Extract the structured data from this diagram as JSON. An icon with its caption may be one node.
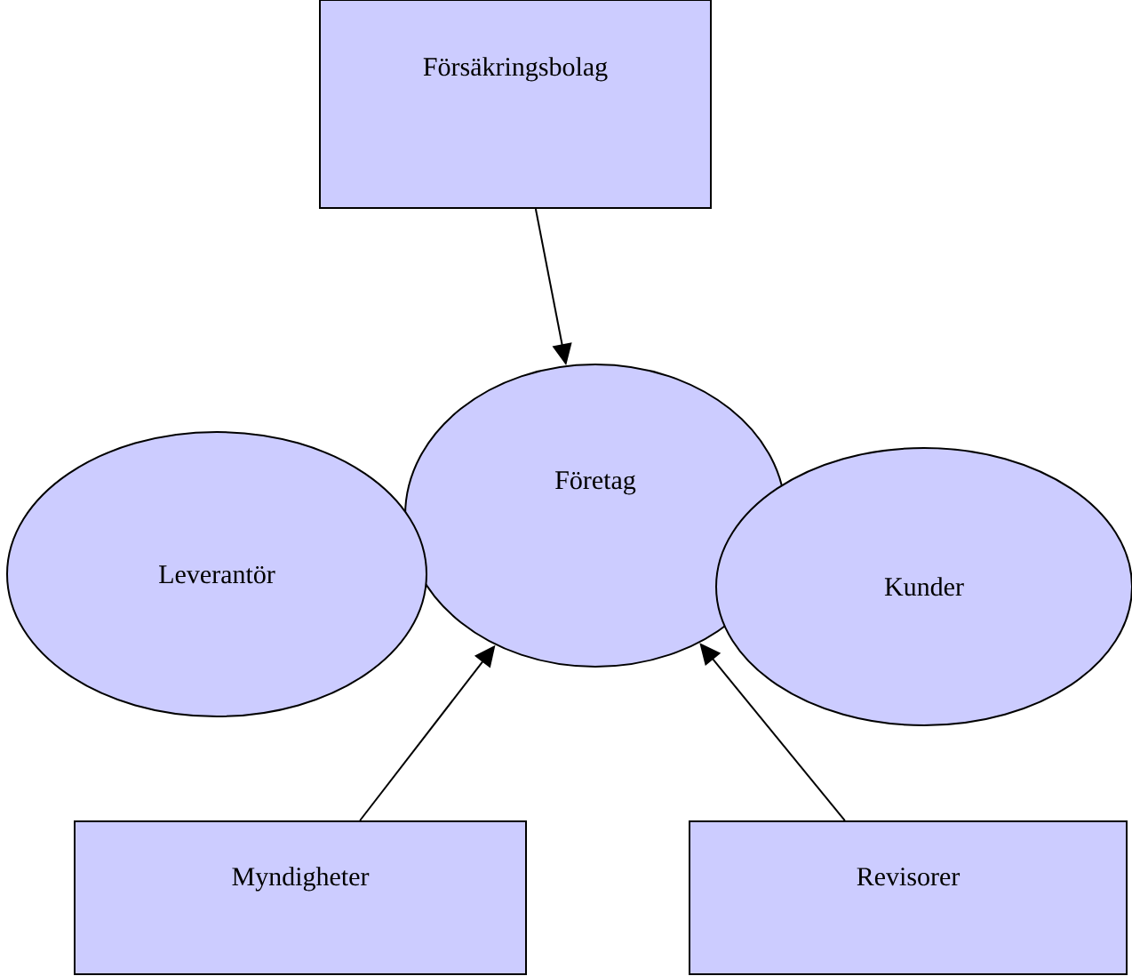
{
  "diagram": {
    "nodes": [
      {
        "text": [
          "Försäkringsbolag"
        ]
      },
      {
        "text": [
          "Företag"
        ]
      },
      {
        "text": [
          "Leverantör"
        ]
      },
      {
        "text": [
          "Kunder"
        ]
      },
      {
        "text": [
          "Myndigheter"
        ]
      },
      {
        "text": [
          "Revisorer"
        ]
      }
    ],
    "edges": [
      {
        "from": 0,
        "to": 1,
        "arrow": "to"
      },
      {
        "from": 4,
        "to": 1,
        "arrow": "to"
      },
      {
        "from": 5,
        "to": 1,
        "arrow": "to"
      }
    ]
  }
}
